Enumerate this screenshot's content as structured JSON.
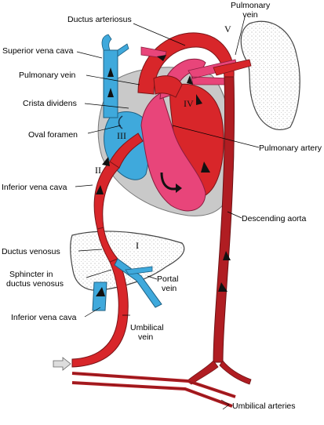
{
  "labels": {
    "ductus_arteriosus": "Ductus arteriosus",
    "pulmonary_vein_top_1": "Pulmonary",
    "pulmonary_vein_top_2": "vein",
    "superior_vena_cava": "Superior vena cava",
    "pulmonary_vein_left": "Pulmonary vein",
    "crista_dividens": "Crista dividens",
    "oval_foramen": "Oval foramen",
    "pulmonary_artery": "Pulmonary artery",
    "inferior_vena_cava_upper": "Inferior vena cava",
    "descending_aorta": "Descending aorta",
    "ductus_venosus": "Ductus venosus",
    "sphincter_1": "Sphincter in",
    "sphincter_2": "ductus venosus",
    "portal_vein_1": "Portal",
    "portal_vein_2": "vein",
    "inferior_vena_cava_lower": "Inferior vena cava",
    "umbilical_vein_1": "Umbilical",
    "umbilical_vein_2": "vein",
    "umbilical_arteries": "Umbilical arteries"
  },
  "numerals": {
    "I": "I",
    "II": "II",
    "III": "III",
    "IV": "IV",
    "V": "V"
  },
  "colors": {
    "oxygenated": "#d8262a",
    "oxygenated_dark": "#a71c20",
    "deoxygenated": "#3fa9dc",
    "mixed": "#e8457a",
    "mixed_light": "#f07aa0",
    "heart_wall": "#c9c9c9",
    "organ_fill": "#ffffff"
  }
}
